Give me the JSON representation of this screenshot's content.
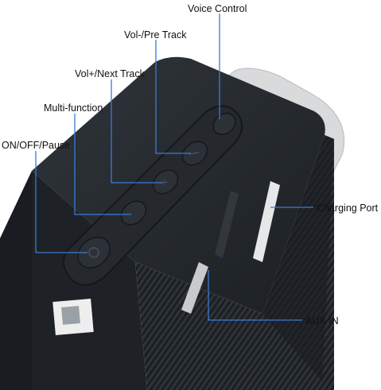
{
  "labels": {
    "voice_control": "Voice Control",
    "vol_minus_pre_track": "Vol-/Pre Track",
    "vol_plus_next_track": "Vol+/Next Track",
    "multi_function": "Multi-function",
    "on_off_pause": "ON/OFF/Pause",
    "charging_port": "Charging Port",
    "aux_in": "AUX IN"
  },
  "colors": {
    "speaker_body": "#1f2328",
    "speaker_top": "#2b3036",
    "button_panel": "#23272c",
    "strap": "#d9dadc",
    "leader_line": "#3a7bd5",
    "grille": "#2a2e33"
  }
}
